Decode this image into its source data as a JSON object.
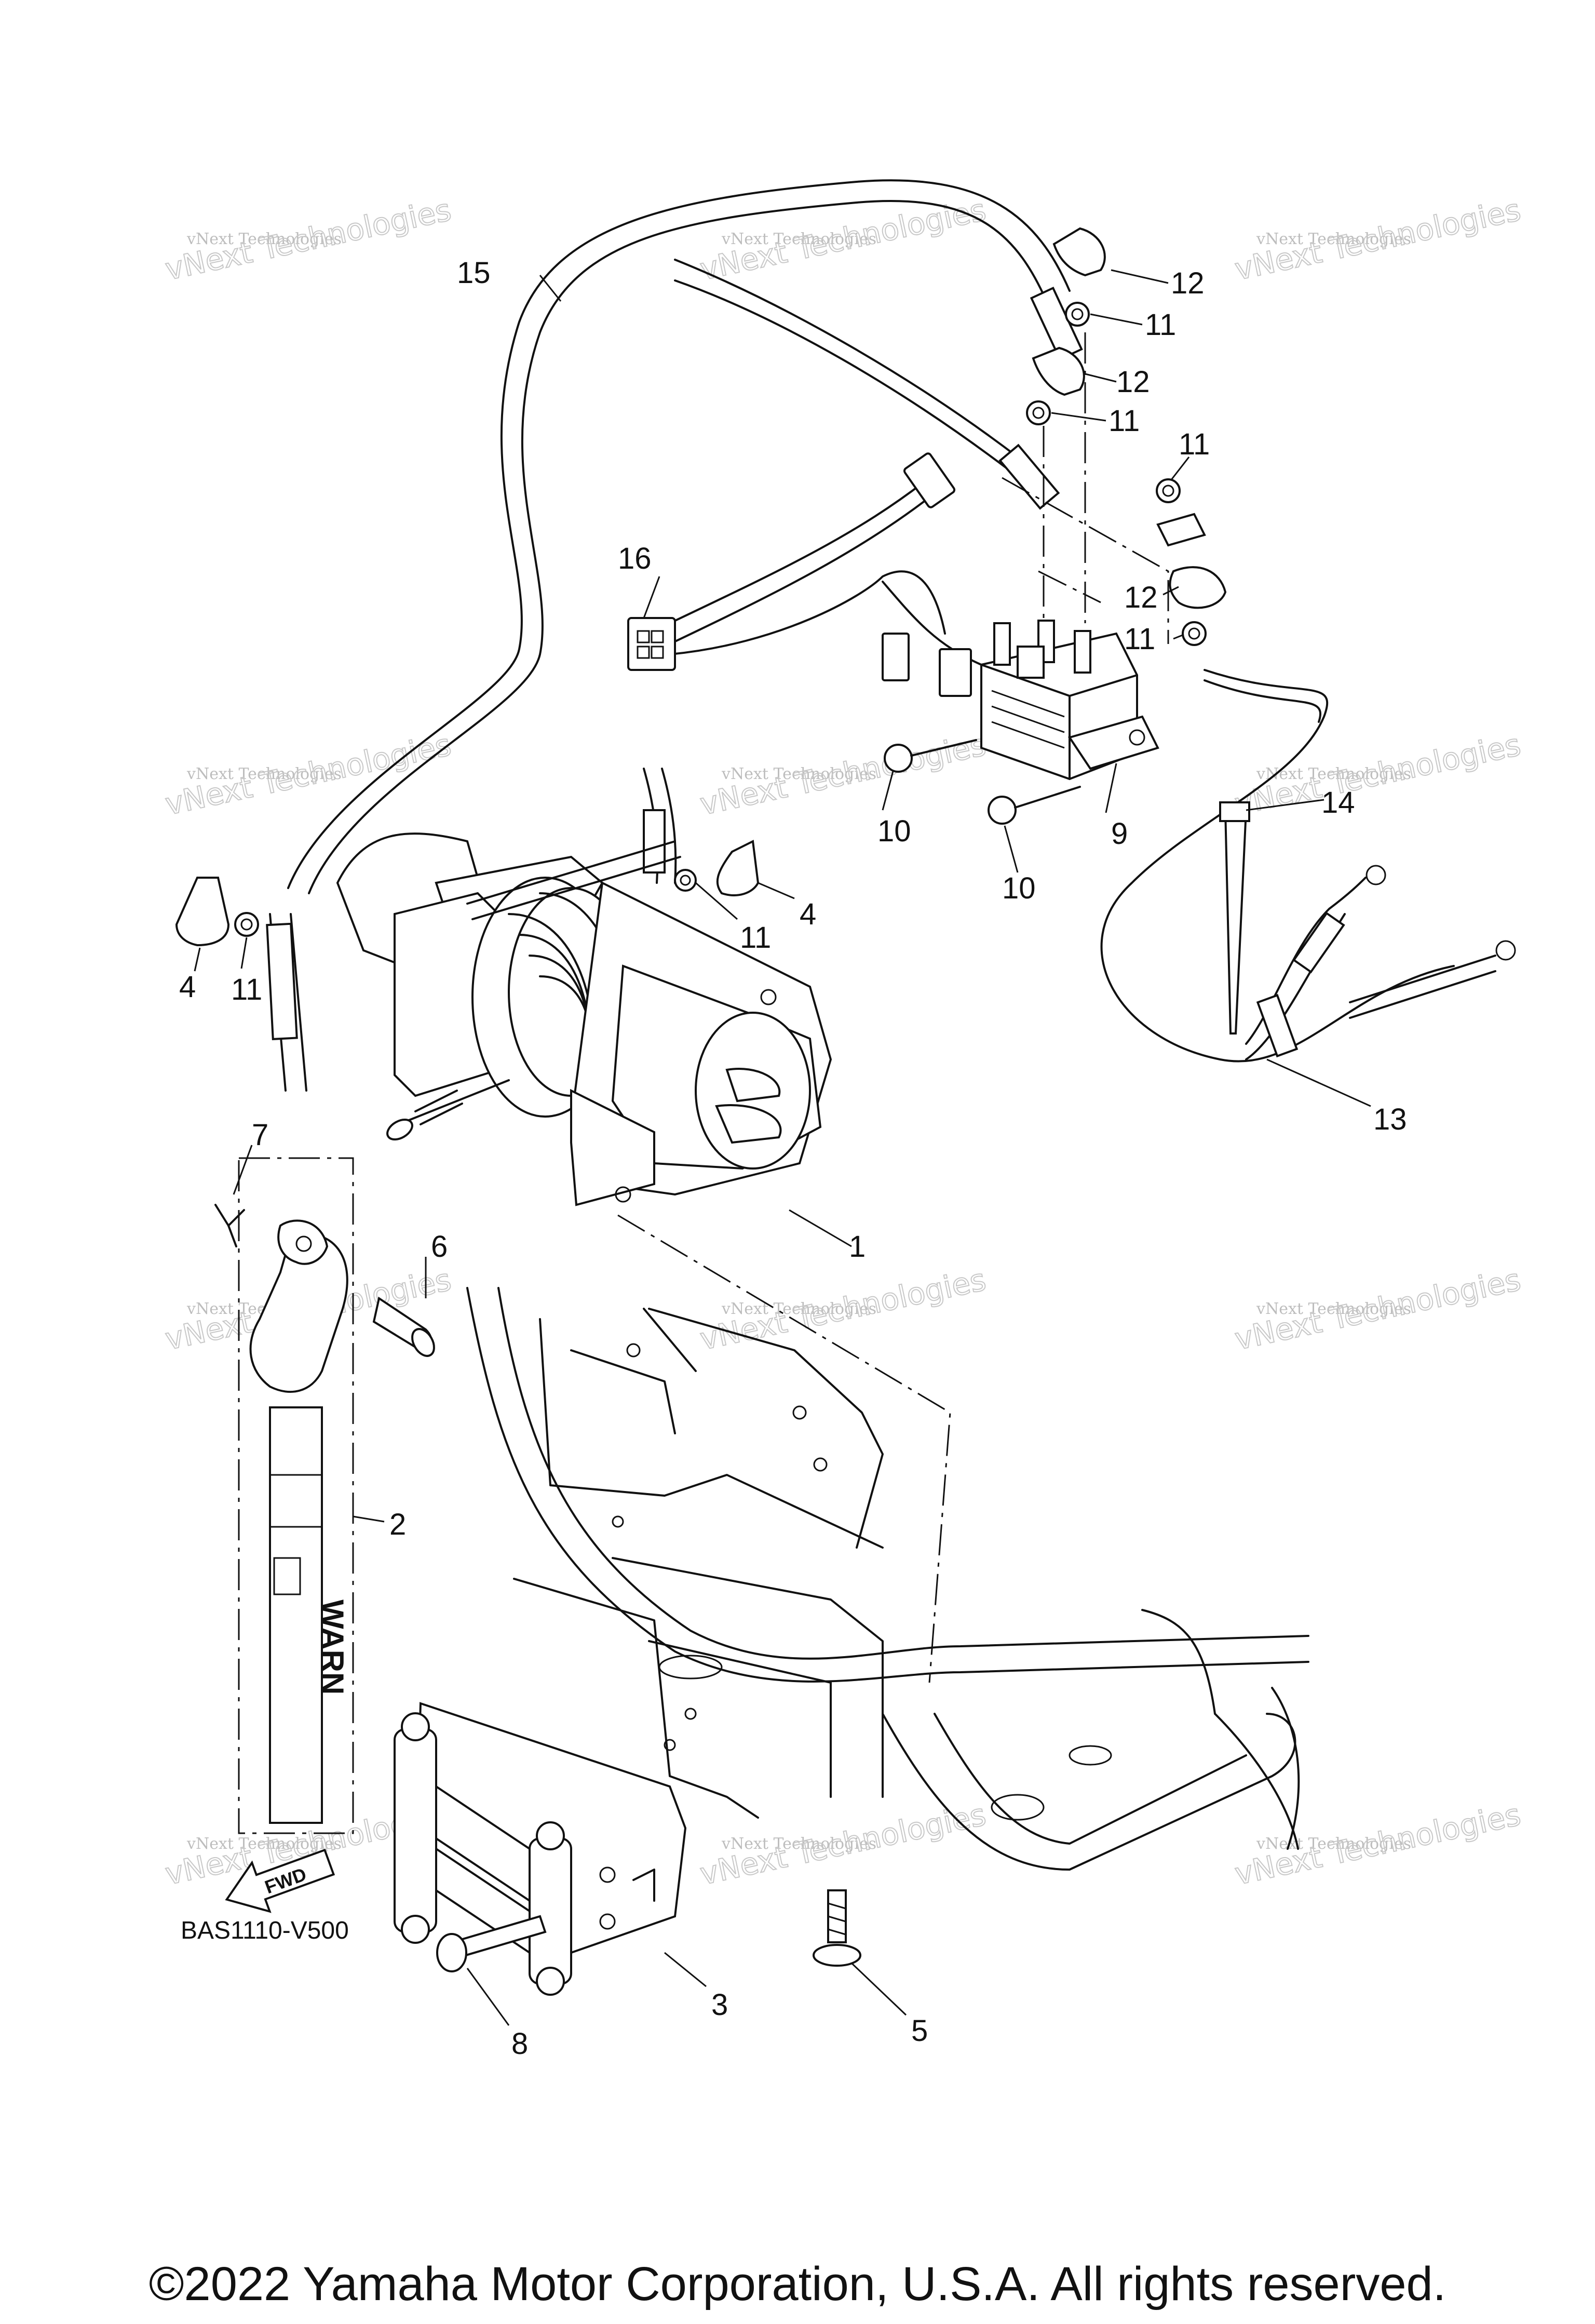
{
  "diagram": {
    "code": "BAS1110-V500",
    "fwd_label": "FWD",
    "strap_brand": "WARN",
    "callouts": [
      "1",
      "2",
      "3",
      "4",
      "4",
      "5",
      "6",
      "7",
      "8",
      "9",
      "10",
      "10",
      "11",
      "11",
      "11",
      "11",
      "11",
      "11",
      "12",
      "12",
      "12",
      "13",
      "14",
      "15",
      "16"
    ]
  },
  "watermark": {
    "line1": "vNext Technologies",
    "line2": "vNext Technologies"
  },
  "footer": {
    "copyright": "©2022 Yamaha Motor Corporation, U.S.A. All rights reserved."
  }
}
